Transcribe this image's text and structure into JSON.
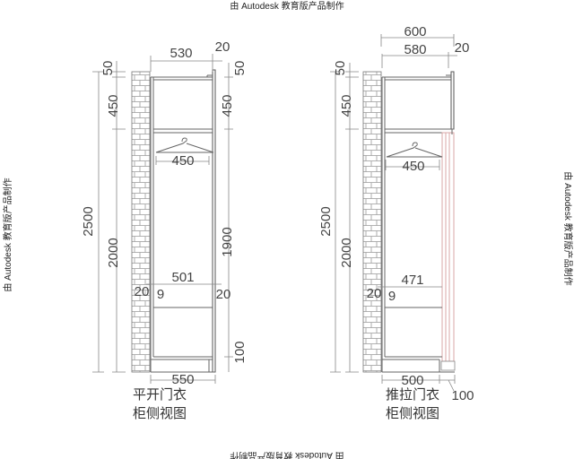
{
  "watermark": {
    "top": "由 Autodesk 教育版产品制作",
    "bottom": "由 Autodesk 教育版产品制作",
    "left": "由 Autodesk 教育版产品制作",
    "right": "由 Autodesk 教育版产品制作"
  },
  "left_drawing": {
    "caption_line1": "平开门衣",
    "caption_line2": "柜侧视图",
    "dims": {
      "top_inner_width": "530",
      "top_side_thickness": "20",
      "left_top_gap": "50",
      "left_top_compartment": "450",
      "left_total_height": "2500",
      "left_body_height": "2000",
      "right_top_gap": "50",
      "right_top_compartment": "450",
      "right_hanging_height": "1900",
      "hanger_width": "450",
      "shelf_inner_width": "501",
      "shelf_left_a": "20",
      "shelf_left_b": "9",
      "shelf_right": "20",
      "base_height": "100",
      "bottom_width": "550"
    }
  },
  "right_drawing": {
    "caption_line1": "推拉门衣",
    "caption_line2": "柜侧视图",
    "dims": {
      "top_total_width": "600",
      "top_inner_width": "580",
      "top_side_thickness": "20",
      "left_top_gap": "50",
      "left_top_compartment": "450",
      "left_total_height": "2500",
      "left_body_height": "2000",
      "hanger_width": "450",
      "shelf_inner_width": "471",
      "shelf_left_a": "20",
      "shelf_left_b": "9",
      "bottom_width": "500",
      "door_depth": "100"
    }
  },
  "colors": {
    "line": "#666666",
    "door": "#d9a7a7",
    "background": "#ffffff"
  }
}
